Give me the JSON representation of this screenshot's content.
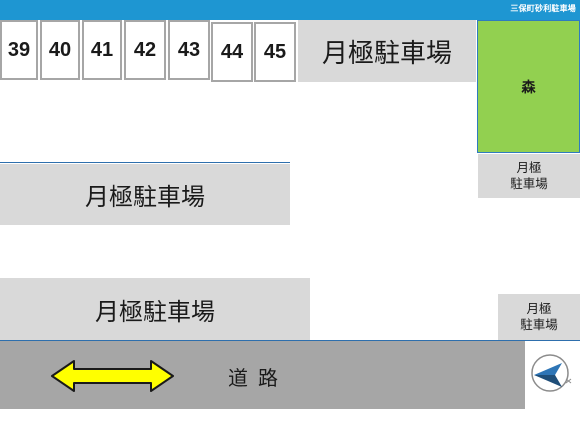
{
  "header": {
    "title": "三保町砂利駐車場"
  },
  "spaces": [
    "39",
    "40",
    "41",
    "42",
    "43",
    "44",
    "45"
  ],
  "lots": {
    "top": "月極駐車場",
    "middle": "月極駐車場",
    "lower": "月極駐車場",
    "side_upper": [
      "月極",
      "駐車場"
    ],
    "side_lower": [
      "月極",
      "駐車場"
    ]
  },
  "forest": {
    "label": "森",
    "color": "#92d050"
  },
  "road": {
    "label": "道路",
    "color": "#a6a6a6",
    "arrow_color": "#ffff00"
  },
  "compass": {
    "icon": "north-arrow-icon"
  },
  "colors": {
    "header": "#1e96d2",
    "lot": "#d9d9d9",
    "boundary": "#2e6fad"
  }
}
